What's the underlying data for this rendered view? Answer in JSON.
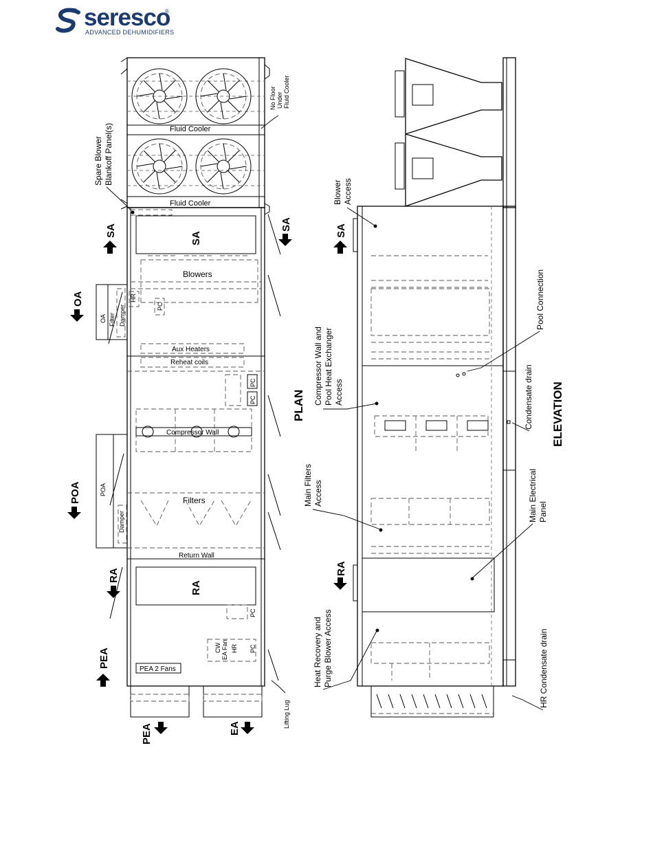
{
  "brand": {
    "name": "seresco",
    "reg": "®",
    "tagline": "ADVANCED DEHUMIDIFIERS",
    "color": "#1b3a6e"
  },
  "views": {
    "plan": "PLAN",
    "elevation": "ELEVATION"
  },
  "plan": {
    "fluid_cooler_1": "Fluid Cooler",
    "fluid_cooler_2": "Fluid Cooler",
    "no_floor": [
      "No Floor",
      "Under",
      "Fluid Cooler"
    ],
    "spare_blower": [
      "Spare Blower",
      "Blankoff Panel(s)"
    ],
    "sa_box": "SA",
    "sa_left": "SA",
    "sa_right": "SA",
    "blowers": "Blowers",
    "oa": "OA",
    "oa_filter": [
      "OA",
      "Filter"
    ],
    "oa_damper": "Damper",
    "hr_top": "HR",
    "pc_top": "PC",
    "aux_heaters": "Aux Heaters",
    "reheat_coils": "Reheat coils",
    "pc_a": "PC",
    "pc_b": "PC",
    "compressor_wall": "Compressor Wall",
    "poa": "POA",
    "poa_box": "POA",
    "poa_damper": "Damper",
    "filters": "Filters",
    "return_wall": "Return Wall",
    "ra_box": "RA",
    "ra": "RA",
    "pc_c": "PC",
    "pea": "PEA",
    "pea_fans": "PEA 2 Fans",
    "ea_fan": "EA Fan",
    "cw": "CW",
    "hr_low": "HR",
    "pc_d": "PC",
    "pea_bottom": "PEA",
    "ea_bottom": "EA",
    "lifting_lug": "Lifting Lug"
  },
  "elevation": {
    "blower_access": [
      "Blower",
      "Access"
    ],
    "sa": "SA",
    "compressor_access": [
      "Compressor Wall and",
      "Pool Heat Exchanger",
      "Access"
    ],
    "pool_connection": "Pool Connection",
    "condensate_drain": "Condensate drain",
    "main_filters": [
      "Main Filters",
      "Access"
    ],
    "main_electrical": [
      "Main Electrical",
      "Panel"
    ],
    "ra": "RA",
    "heat_recovery": [
      "Heat Recovery and",
      "Purge Blower Access"
    ],
    "hr_condensate": "HR Condensate drain"
  }
}
